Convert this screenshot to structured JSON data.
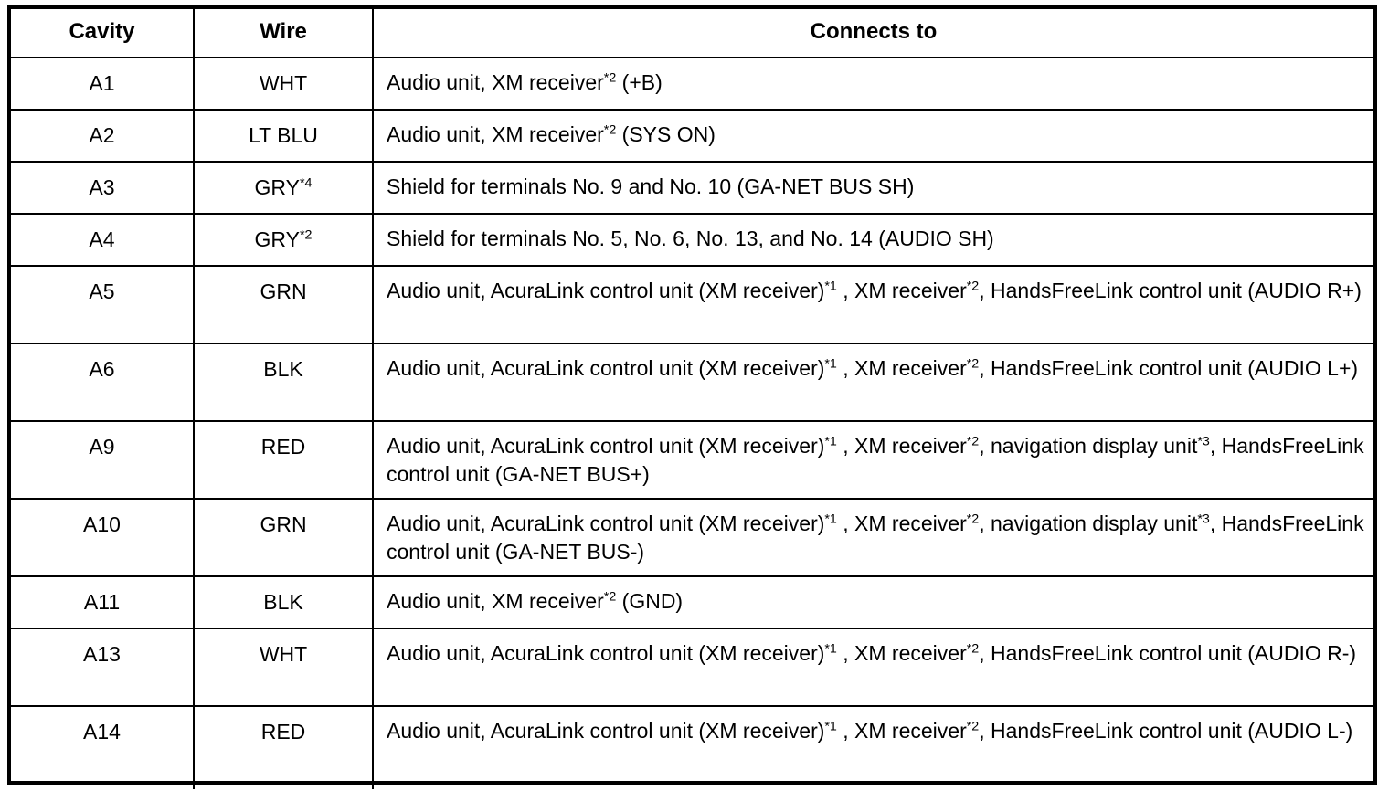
{
  "table": {
    "name": "connector-cavity-wire-table",
    "columns": [
      {
        "key": "cavity",
        "label": "Cavity"
      },
      {
        "key": "wire",
        "label": "Wire"
      },
      {
        "key": "connects",
        "label": "Connects to"
      }
    ],
    "rows": [
      {
        "cavity": "A1",
        "wire": "WHT",
        "wire_note": "",
        "connects_html": "Audio unit, XM receiver<sup>*2</sup> (+B)",
        "lines": 1
      },
      {
        "cavity": "A2",
        "wire": "LT BLU",
        "wire_note": "",
        "connects_html": "Audio unit, XM receiver<sup>*2</sup> (SYS ON)",
        "lines": 1
      },
      {
        "cavity": "A3",
        "wire": "GRY",
        "wire_note": "*4",
        "connects_html": "Shield for terminals No. 9 and No. 10 (GA-NET BUS SH)",
        "lines": 1
      },
      {
        "cavity": "A4",
        "wire": "GRY",
        "wire_note": "*2",
        "connects_html": "Shield for terminals No. 5, No. 6, No. 13, and No. 14 (AUDIO SH)",
        "lines": 1
      },
      {
        "cavity": "A5",
        "wire": "GRN",
        "wire_note": "",
        "connects_html": "Audio unit, AcuraLink control unit (XM receiver)<sup>*1</sup> , XM receiver<sup>*2</sup>, HandsFreeLink control unit (AUDIO R+)",
        "lines": 2
      },
      {
        "cavity": "A6",
        "wire": "BLK",
        "wire_note": "",
        "connects_html": "Audio unit, AcuraLink control unit (XM receiver)<sup>*1</sup> , XM receiver<sup>*2</sup>, HandsFreeLink control unit (AUDIO L+)",
        "lines": 2
      },
      {
        "cavity": "A9",
        "wire": "RED",
        "wire_note": "",
        "connects_html": "Audio unit, AcuraLink control unit (XM receiver)<sup>*1</sup> , XM receiver<sup>*2</sup>, navigation display unit<sup>*3</sup>, HandsFreeLink control unit (GA-NET BUS+)",
        "lines": 2
      },
      {
        "cavity": "A10",
        "wire": "GRN",
        "wire_note": "",
        "connects_html": "Audio unit, AcuraLink control unit (XM receiver)<sup>*1</sup> , XM receiver<sup>*2</sup>, navigation display unit<sup>*3</sup>, HandsFreeLink control unit (GA-NET BUS-)",
        "lines": 2
      },
      {
        "cavity": "A11",
        "wire": "BLK",
        "wire_note": "",
        "connects_html": "Audio unit, XM receiver<sup>*2</sup> (GND)",
        "lines": 1
      },
      {
        "cavity": "A13",
        "wire": "WHT",
        "wire_note": "",
        "connects_html": "Audio unit, AcuraLink control unit (XM receiver)<sup>*1</sup> , XM receiver<sup>*2</sup>, HandsFreeLink control unit (AUDIO R-)",
        "lines": 2
      },
      {
        "cavity": "A14",
        "wire": "RED",
        "wire_note": "",
        "connects_html": "Audio unit, AcuraLink control unit (XM receiver)<sup>*1</sup> , XM receiver<sup>*2</sup>, HandsFreeLink control unit (AUDIO L-)",
        "lines": 2
      }
    ]
  },
  "style": {
    "border_color": "#000000",
    "text_color": "#000000",
    "background": "#ffffff"
  }
}
